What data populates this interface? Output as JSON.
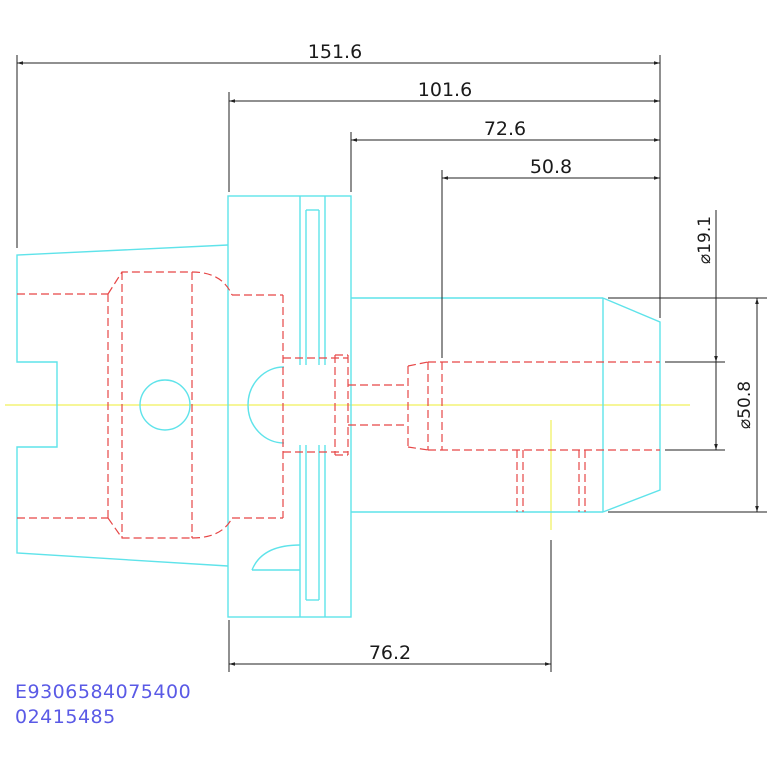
{
  "dimensions": {
    "overall_length": "151.6",
    "flange_length": "101.6",
    "body_length": "72.6",
    "bore_depth": "50.8",
    "gauge_length": "76.2",
    "bore_diameter": "⌀19.1",
    "body_diameter": "⌀50.8"
  },
  "codes": {
    "part_number": "E9306584075400",
    "item_number": "02415485"
  },
  "colors": {
    "outline": "#5fe3ea",
    "hidden": "#e64646",
    "dimension": "#222222",
    "centerline": "#f0f05a",
    "code_text": "#5a5ae6"
  }
}
